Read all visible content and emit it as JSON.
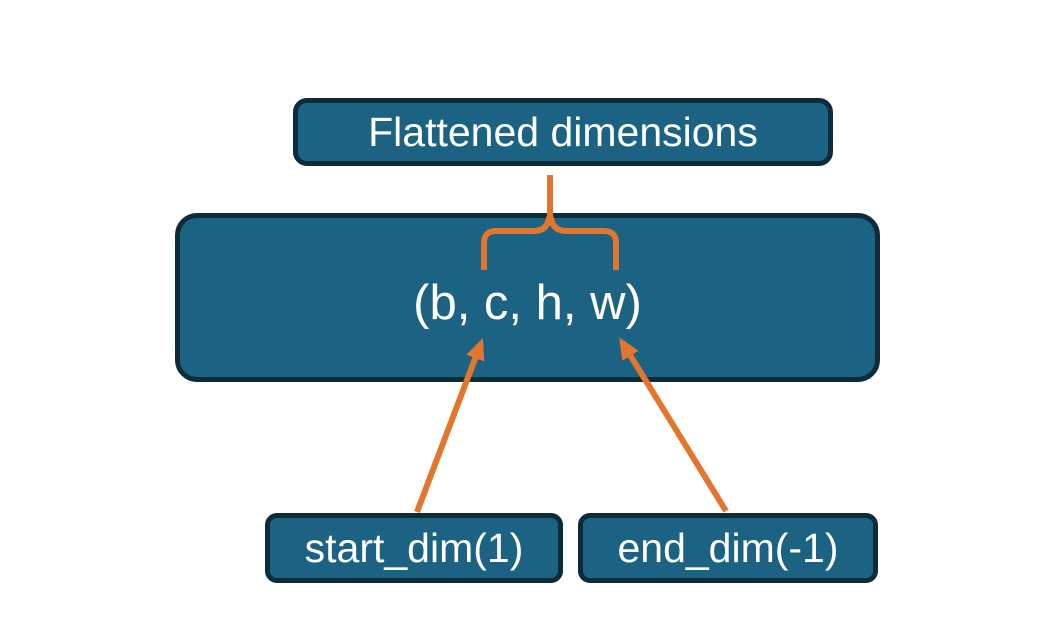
{
  "diagram": {
    "flattened_box": {
      "label": "Flattened dimensions"
    },
    "tensor_box": {
      "label": "(b, c, h, w)"
    },
    "start_dim_box": {
      "label": "start_dim(1)"
    },
    "end_dim_box": {
      "label": "end_dim(-1)"
    }
  },
  "colors": {
    "box-fill": "#1B6283",
    "box-border": "#0E2B39",
    "accent-orange": "#E2762E",
    "text-color": "#FFFFFF",
    "page-bg": "#FFFFFF"
  }
}
